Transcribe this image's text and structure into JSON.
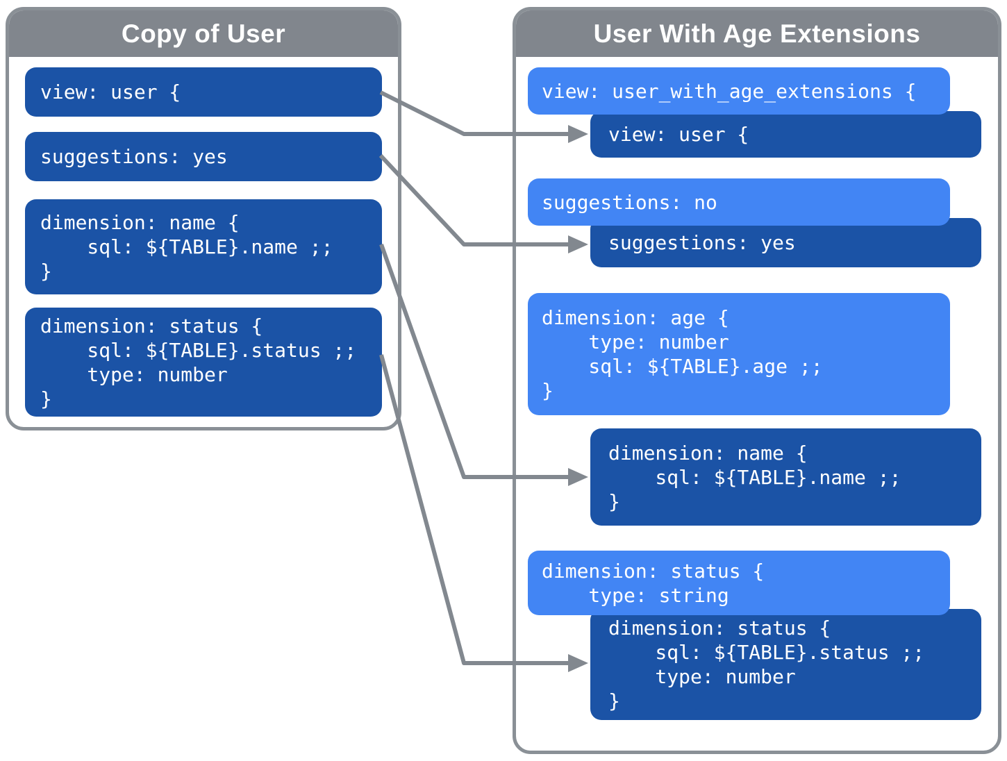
{
  "colors": {
    "dark_block": "#1b53a6",
    "light_block": "#4285f4",
    "header_gray": "#81868d",
    "panel_border_gray": "#8a9096",
    "arrow_gray": "#82888f",
    "text_white": "#ffffff"
  },
  "left_panel": {
    "title": "Copy of User",
    "blocks": [
      {
        "id": "copy-view",
        "lines": [
          "view: user {"
        ]
      },
      {
        "id": "copy-suggestions",
        "lines": [
          "suggestions: yes"
        ]
      },
      {
        "id": "copy-dim-name",
        "lines": [
          "dimension: name {",
          "    sql: ${TABLE}.name ;;",
          "}"
        ]
      },
      {
        "id": "copy-dim-status",
        "lines": [
          "dimension: status {",
          "    sql: ${TABLE}.status ;;",
          "    type: number",
          "}"
        ]
      }
    ]
  },
  "right_panel": {
    "title": "User With Age Extensions",
    "groups": [
      {
        "override": {
          "lines": [
            "view: user_with_age_extensions {"
          ]
        },
        "original": {
          "lines": [
            "view: user {"
          ]
        }
      },
      {
        "override": {
          "lines": [
            "suggestions: no"
          ]
        },
        "original": {
          "lines": [
            "suggestions: yes"
          ]
        }
      },
      {
        "added": {
          "lines": [
            "dimension: age {",
            "    type: number",
            "    sql: ${TABLE}.age ;;",
            "}"
          ]
        }
      },
      {
        "original": {
          "lines": [
            "dimension: name {",
            "    sql: ${TABLE}.name ;;",
            "}"
          ]
        }
      },
      {
        "override": {
          "lines": [
            "dimension: status {",
            "    type: string"
          ]
        },
        "original": {
          "lines": [
            "dimension: status {",
            "    sql: ${TABLE}.status ;;",
            "    type: number",
            "}"
          ]
        }
      }
    ]
  },
  "connectors": [
    {
      "source": "left_panel.blocks.0",
      "target": "right_panel.groups.0.original"
    },
    {
      "source": "left_panel.blocks.1",
      "target": "right_panel.groups.1.original"
    },
    {
      "source": "left_panel.blocks.2",
      "target": "right_panel.groups.3.original"
    },
    {
      "source": "left_panel.blocks.3",
      "target": "right_panel.groups.4.original"
    }
  ]
}
